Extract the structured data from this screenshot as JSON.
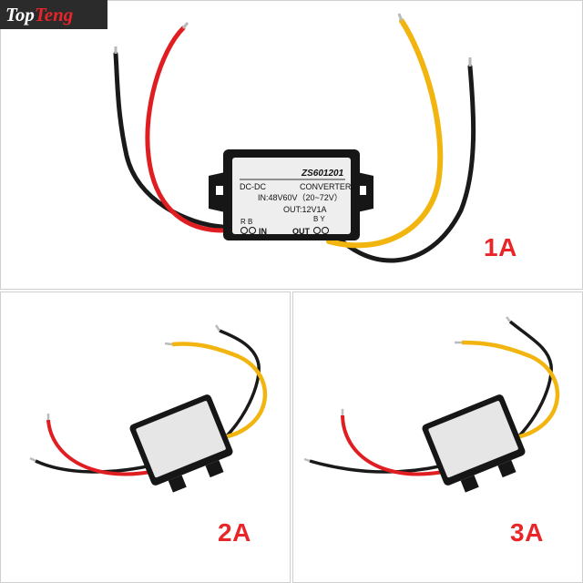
{
  "brand": {
    "part1": "Top",
    "part2": "Teng"
  },
  "device": {
    "model": "ZS601201",
    "type": "DC-DC",
    "name": "CONVERTER",
    "input_spec": "IN:48V60V（20~72V）",
    "output_spec": "OUT:12V1A",
    "in_wires": "R B",
    "in_label": "IN",
    "out_wires": "B Y",
    "out_label": "OUT"
  },
  "panels": [
    {
      "label": "1A"
    },
    {
      "label": "2A"
    },
    {
      "label": "3A"
    }
  ],
  "colors": {
    "wire_red": "#e01e22",
    "wire_black": "#1a1a1a",
    "wire_yellow": "#f2b50f",
    "housing": "#161616",
    "label_face": "#eeeeee",
    "accent": "#e8262a"
  }
}
